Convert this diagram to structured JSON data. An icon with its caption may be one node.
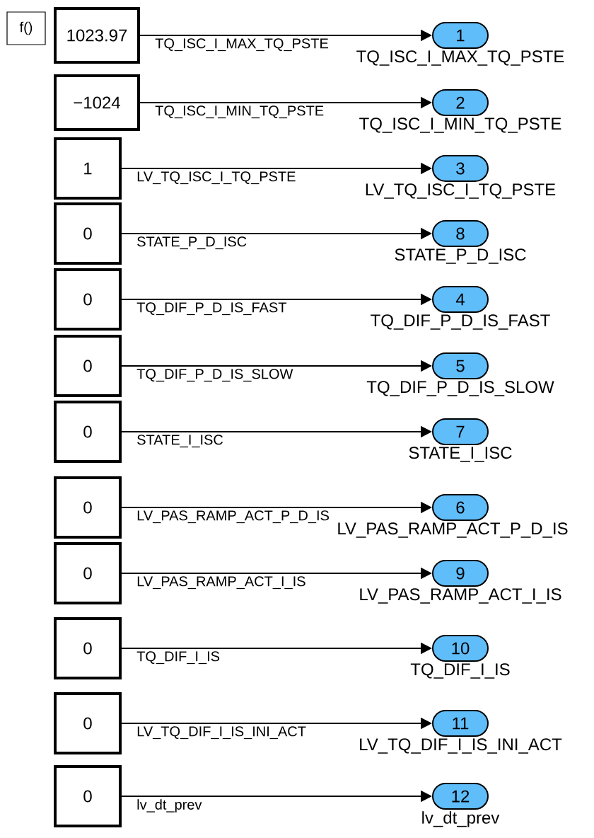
{
  "diagram": {
    "nodes": [
      {
        "text": [
          "f()"
        ]
      },
      {
        "text": [
          "1023.97"
        ]
      },
      {
        "text": [
          "−1024"
        ]
      },
      {
        "text": [
          "1"
        ]
      },
      {
        "text": [
          "0"
        ]
      },
      {
        "text": [
          "0"
        ]
      },
      {
        "text": [
          "0"
        ]
      },
      {
        "text": [
          "0"
        ]
      },
      {
        "text": [
          "0"
        ]
      },
      {
        "text": [
          "0"
        ]
      },
      {
        "text": [
          "0"
        ]
      },
      {
        "text": [
          "0"
        ]
      },
      {
        "text": [
          "0"
        ]
      },
      {
        "text": [
          "1"
        ],
        "beside": [
          "TQ_ISC_I_MAX_TQ_PSTE"
        ]
      },
      {
        "text": [
          "2"
        ],
        "beside": [
          "TQ_ISC_I_MIN_TQ_PSTE"
        ]
      },
      {
        "text": [
          "3"
        ],
        "beside": [
          "LV_TQ_ISC_I_TQ_PSTE"
        ]
      },
      {
        "text": [
          "8"
        ],
        "beside": [
          "STATE_P_D_ISC"
        ]
      },
      {
        "text": [
          "4"
        ],
        "beside": [
          "TQ_DIF_P_D_IS_FAST"
        ]
      },
      {
        "text": [
          "5"
        ],
        "beside": [
          "TQ_DIF_P_D_IS_SLOW"
        ]
      },
      {
        "text": [
          "7"
        ],
        "beside": [
          "STATE_I_ISC"
        ]
      },
      {
        "text": [
          "6"
        ],
        "beside": [
          "LV_PAS_RAMP_ACT_P_D_IS"
        ]
      },
      {
        "text": [
          "9"
        ],
        "beside": [
          "LV_PAS_RAMP_ACT_I_IS"
        ]
      },
      {
        "text": [
          "10"
        ],
        "beside": [
          "TQ_DIF_I_IS"
        ]
      },
      {
        "text": [
          "11"
        ],
        "beside": [
          "LV_TQ_DIF_I_IS_INI_ACT"
        ]
      },
      {
        "text": [
          "12"
        ],
        "beside": [
          "lv_dt_prev"
        ]
      }
    ],
    "edges": [
      {
        "from": 1,
        "to": 13,
        "arrow": "to",
        "label": "TQ_ISC_I_MAX_TQ_PSTE"
      },
      {
        "from": 2,
        "to": 14,
        "arrow": "to",
        "label": "TQ_ISC_I_MIN_TQ_PSTE"
      },
      {
        "from": 3,
        "to": 15,
        "arrow": "to",
        "label": "LV_TQ_ISC_I_TQ_PSTE"
      },
      {
        "from": 4,
        "to": 16,
        "arrow": "to",
        "label": "STATE_P_D_ISC"
      },
      {
        "from": 5,
        "to": 17,
        "arrow": "to",
        "label": "TQ_DIF_P_D_IS_FAST"
      },
      {
        "from": 6,
        "to": 18,
        "arrow": "to",
        "label": "TQ_DIF_P_D_IS_SLOW"
      },
      {
        "from": 7,
        "to": 19,
        "arrow": "to",
        "label": "STATE_I_ISC"
      },
      {
        "from": 8,
        "to": 20,
        "arrow": "to",
        "label": "LV_PAS_RAMP_ACT_P_D_IS"
      },
      {
        "from": 9,
        "to": 21,
        "arrow": "to",
        "label": "LV_PAS_RAMP_ACT_I_IS"
      },
      {
        "from": 10,
        "to": 22,
        "arrow": "to",
        "label": "TQ_DIF_I_IS"
      },
      {
        "from": 11,
        "to": 23,
        "arrow": "to",
        "label": "LV_TQ_DIF_I_IS_INI_ACT"
      },
      {
        "from": 12,
        "to": 24,
        "arrow": "to",
        "label": "lv_dt_prev"
      }
    ]
  }
}
